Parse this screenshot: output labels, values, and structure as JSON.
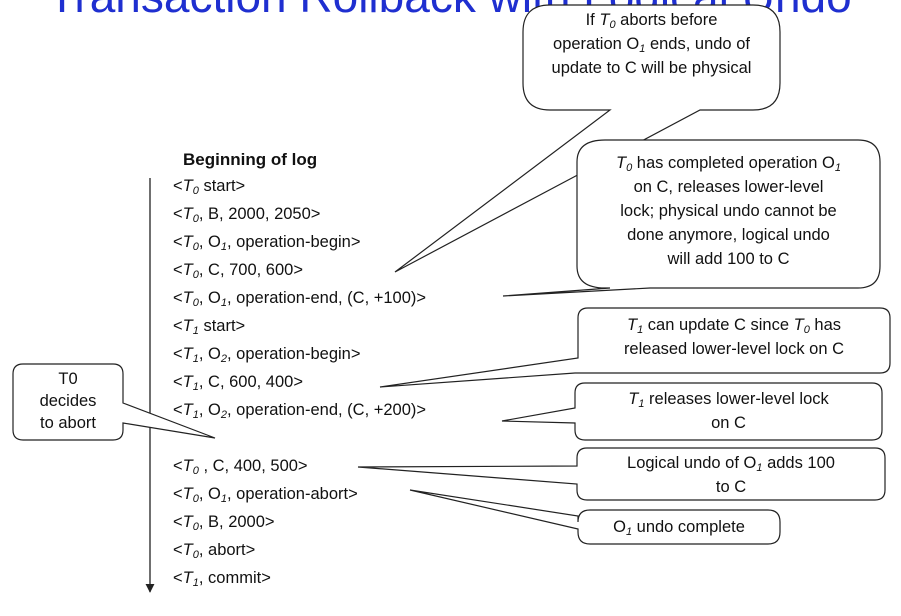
{
  "title": "Transaction Rollback with Logical Undo",
  "log": {
    "heading": "Beginning of log",
    "lines": [
      [
        {
          "t": "<"
        },
        {
          "t": "T",
          "i": true
        },
        {
          "t": "0",
          "sub": true
        },
        {
          "t": " start>"
        }
      ],
      [
        {
          "t": "<"
        },
        {
          "t": "T",
          "i": true
        },
        {
          "t": "0",
          "sub": true
        },
        {
          "t": ", B, 2000, 2050>"
        }
      ],
      [
        {
          "t": "<"
        },
        {
          "t": "T",
          "i": true
        },
        {
          "t": "0",
          "sub": true
        },
        {
          "t": ", O"
        },
        {
          "t": "1",
          "sub": true
        },
        {
          "t": ", operation-begin>"
        }
      ],
      [
        {
          "t": "<"
        },
        {
          "t": "T",
          "i": true
        },
        {
          "t": "0",
          "sub": true
        },
        {
          "t": ", C, 700, 600>"
        }
      ],
      [
        {
          "t": "<"
        },
        {
          "t": "T",
          "i": true
        },
        {
          "t": "0",
          "sub": true
        },
        {
          "t": ", O"
        },
        {
          "t": "1",
          "sub": true
        },
        {
          "t": ", operation-end, (C, +100)>"
        }
      ],
      [
        {
          "t": "<"
        },
        {
          "t": "T",
          "i": true
        },
        {
          "t": "1",
          "sub": true
        },
        {
          "t": " start>"
        }
      ],
      [
        {
          "t": "<"
        },
        {
          "t": "T",
          "i": true
        },
        {
          "t": "1",
          "sub": true
        },
        {
          "t": ", O"
        },
        {
          "t": "2",
          "sub": true
        },
        {
          "t": ", operation-begin>"
        }
      ],
      [
        {
          "t": "<"
        },
        {
          "t": "T",
          "i": true
        },
        {
          "t": "1",
          "sub": true
        },
        {
          "t": ", C, 600, 400>"
        }
      ],
      [
        {
          "t": "<"
        },
        {
          "t": "T",
          "i": true
        },
        {
          "t": "1",
          "sub": true
        },
        {
          "t": ", O"
        },
        {
          "t": "2",
          "sub": true
        },
        {
          "t": ", operation-end, (C, +200)>"
        }
      ],
      [
        {
          "t": "<"
        },
        {
          "t": "T",
          "i": true
        },
        {
          "t": "0",
          "sub": true
        },
        {
          "t": " , C, 400, 500>"
        }
      ],
      [
        {
          "t": "<"
        },
        {
          "t": "T",
          "i": true
        },
        {
          "t": "0",
          "sub": true
        },
        {
          "t": ", O"
        },
        {
          "t": "1",
          "sub": true
        },
        {
          "t": ", operation-abort>"
        }
      ],
      [
        {
          "t": "<"
        },
        {
          "t": "T",
          "i": true
        },
        {
          "t": "0",
          "sub": true
        },
        {
          "t": ", B, 2000>"
        }
      ],
      [
        {
          "t": "<"
        },
        {
          "t": "T",
          "i": true
        },
        {
          "t": "0",
          "sub": true
        },
        {
          "t": ", abort>"
        }
      ],
      [
        {
          "t": "<"
        },
        {
          "t": "T",
          "i": true
        },
        {
          "t": "1",
          "sub": true
        },
        {
          "t": ", commit>"
        }
      ]
    ]
  },
  "side_note": [
    "T0",
    "decides",
    "to abort"
  ],
  "callouts": [
    {
      "lines": [
        [
          {
            "t": "If "
          },
          {
            "t": "T",
            "i": true
          },
          {
            "t": "0",
            "sub": true
          },
          {
            "t": " aborts before"
          }
        ],
        [
          {
            "t": "operation O"
          },
          {
            "t": "1",
            "sub": true
          },
          {
            "t": " ends, undo of"
          }
        ],
        [
          {
            "t": "update to C will be physical"
          }
        ]
      ]
    },
    {
      "lines": [
        [
          {
            "t": "T",
            "i": true
          },
          {
            "t": "0",
            "sub": true
          },
          {
            "t": " has completed operation O"
          },
          {
            "t": "1",
            "sub": true
          }
        ],
        [
          {
            "t": "on C, releases lower-level"
          }
        ],
        [
          {
            "t": "lock; physical undo cannot be"
          }
        ],
        [
          {
            "t": "done anymore, logical undo"
          }
        ],
        [
          {
            "t": "will add 100 to C"
          }
        ]
      ]
    },
    {
      "lines": [
        [
          {
            "t": "T",
            "i": true
          },
          {
            "t": "1",
            "sub": true
          },
          {
            "t": " can update C since "
          },
          {
            "t": "T",
            "i": true
          },
          {
            "t": "0",
            "sub": true
          },
          {
            "t": " has"
          }
        ],
        [
          {
            "t": "released lower-level lock on C"
          }
        ]
      ]
    },
    {
      "lines": [
        [
          {
            "t": "T",
            "i": true
          },
          {
            "t": "1",
            "sub": true
          },
          {
            "t": " releases lower-level lock"
          }
        ],
        [
          {
            "t": "on C"
          }
        ]
      ]
    },
    {
      "lines": [
        [
          {
            "t": "Logical undo of O"
          },
          {
            "t": "1",
            "sub": true
          },
          {
            "t": " adds 100"
          }
        ],
        [
          {
            "t": "to C"
          }
        ]
      ]
    },
    {
      "lines": [
        [
          {
            "t": "O"
          },
          {
            "t": "1",
            "sub": true
          },
          {
            "t": " undo complete"
          }
        ]
      ]
    }
  ]
}
